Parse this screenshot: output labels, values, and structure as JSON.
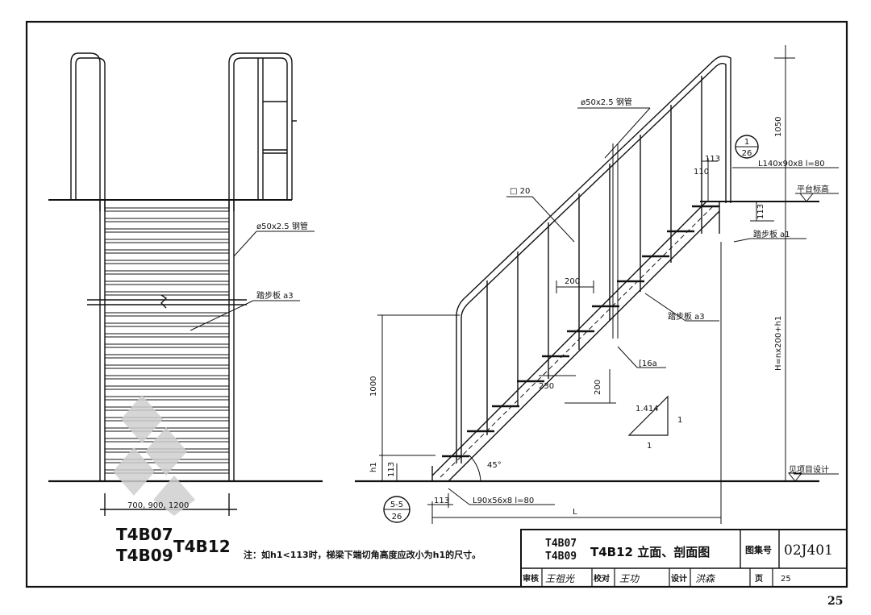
{
  "left_view": {
    "pipe_label": "ø50x2.5 钢管",
    "tread_label": "踏步板 a3",
    "width_label": "700, 900, 1200",
    "model_names": [
      "T4B07",
      "T4B09",
      "T4B12"
    ]
  },
  "right_view": {
    "pipe_label": "ø50x2.5 钢管",
    "square_tube_label": "□ 20",
    "dim_1050": "1050",
    "dim_113_top": "113",
    "dim_110": "110",
    "angle_label": "L140x90x8  l=80",
    "platform_label": "平台标高",
    "dim_113_side": "113",
    "tread_a1_label": "踏步板 a1",
    "dim_200_a": "200",
    "tread_a3_label": "踏步板 a3",
    "channel_label": "[16a",
    "dim_230": "230",
    "dim_200_b": "200",
    "slope_1414": "1.414",
    "slope_1_a": "1",
    "slope_1_b": "1",
    "height_formula": "H=nx200+h1",
    "dim_1000": "1000",
    "h1_label": "h1",
    "dim_113_low": "113",
    "angle_deg": "45°",
    "project_label": "见项目设计",
    "detail_top": "1",
    "detail_bottom": "26",
    "detail2_top": "5-5",
    "detail2_bottom": "26",
    "bottom_angle_label": "L90x56x8  l=80",
    "dim_113_bottom": "113",
    "L_label": "L"
  },
  "note": "注：如h1<113时，梯梁下端切角高度应改小为h1的尺寸。",
  "title_block": {
    "codes_top": "T4B07",
    "codes_bottom": "T4B09",
    "title_text": "T4B12 立面、剖面图",
    "atlas_label": "图集号",
    "atlas_number": "02J401",
    "review_label": "审核",
    "review_sign": "王祖光",
    "check_label": "校对",
    "check_sign": "王功",
    "design_label": "设计",
    "design_sign": "洪森",
    "page_label": "页",
    "page_number": "25"
  },
  "page_corner_number": "25"
}
